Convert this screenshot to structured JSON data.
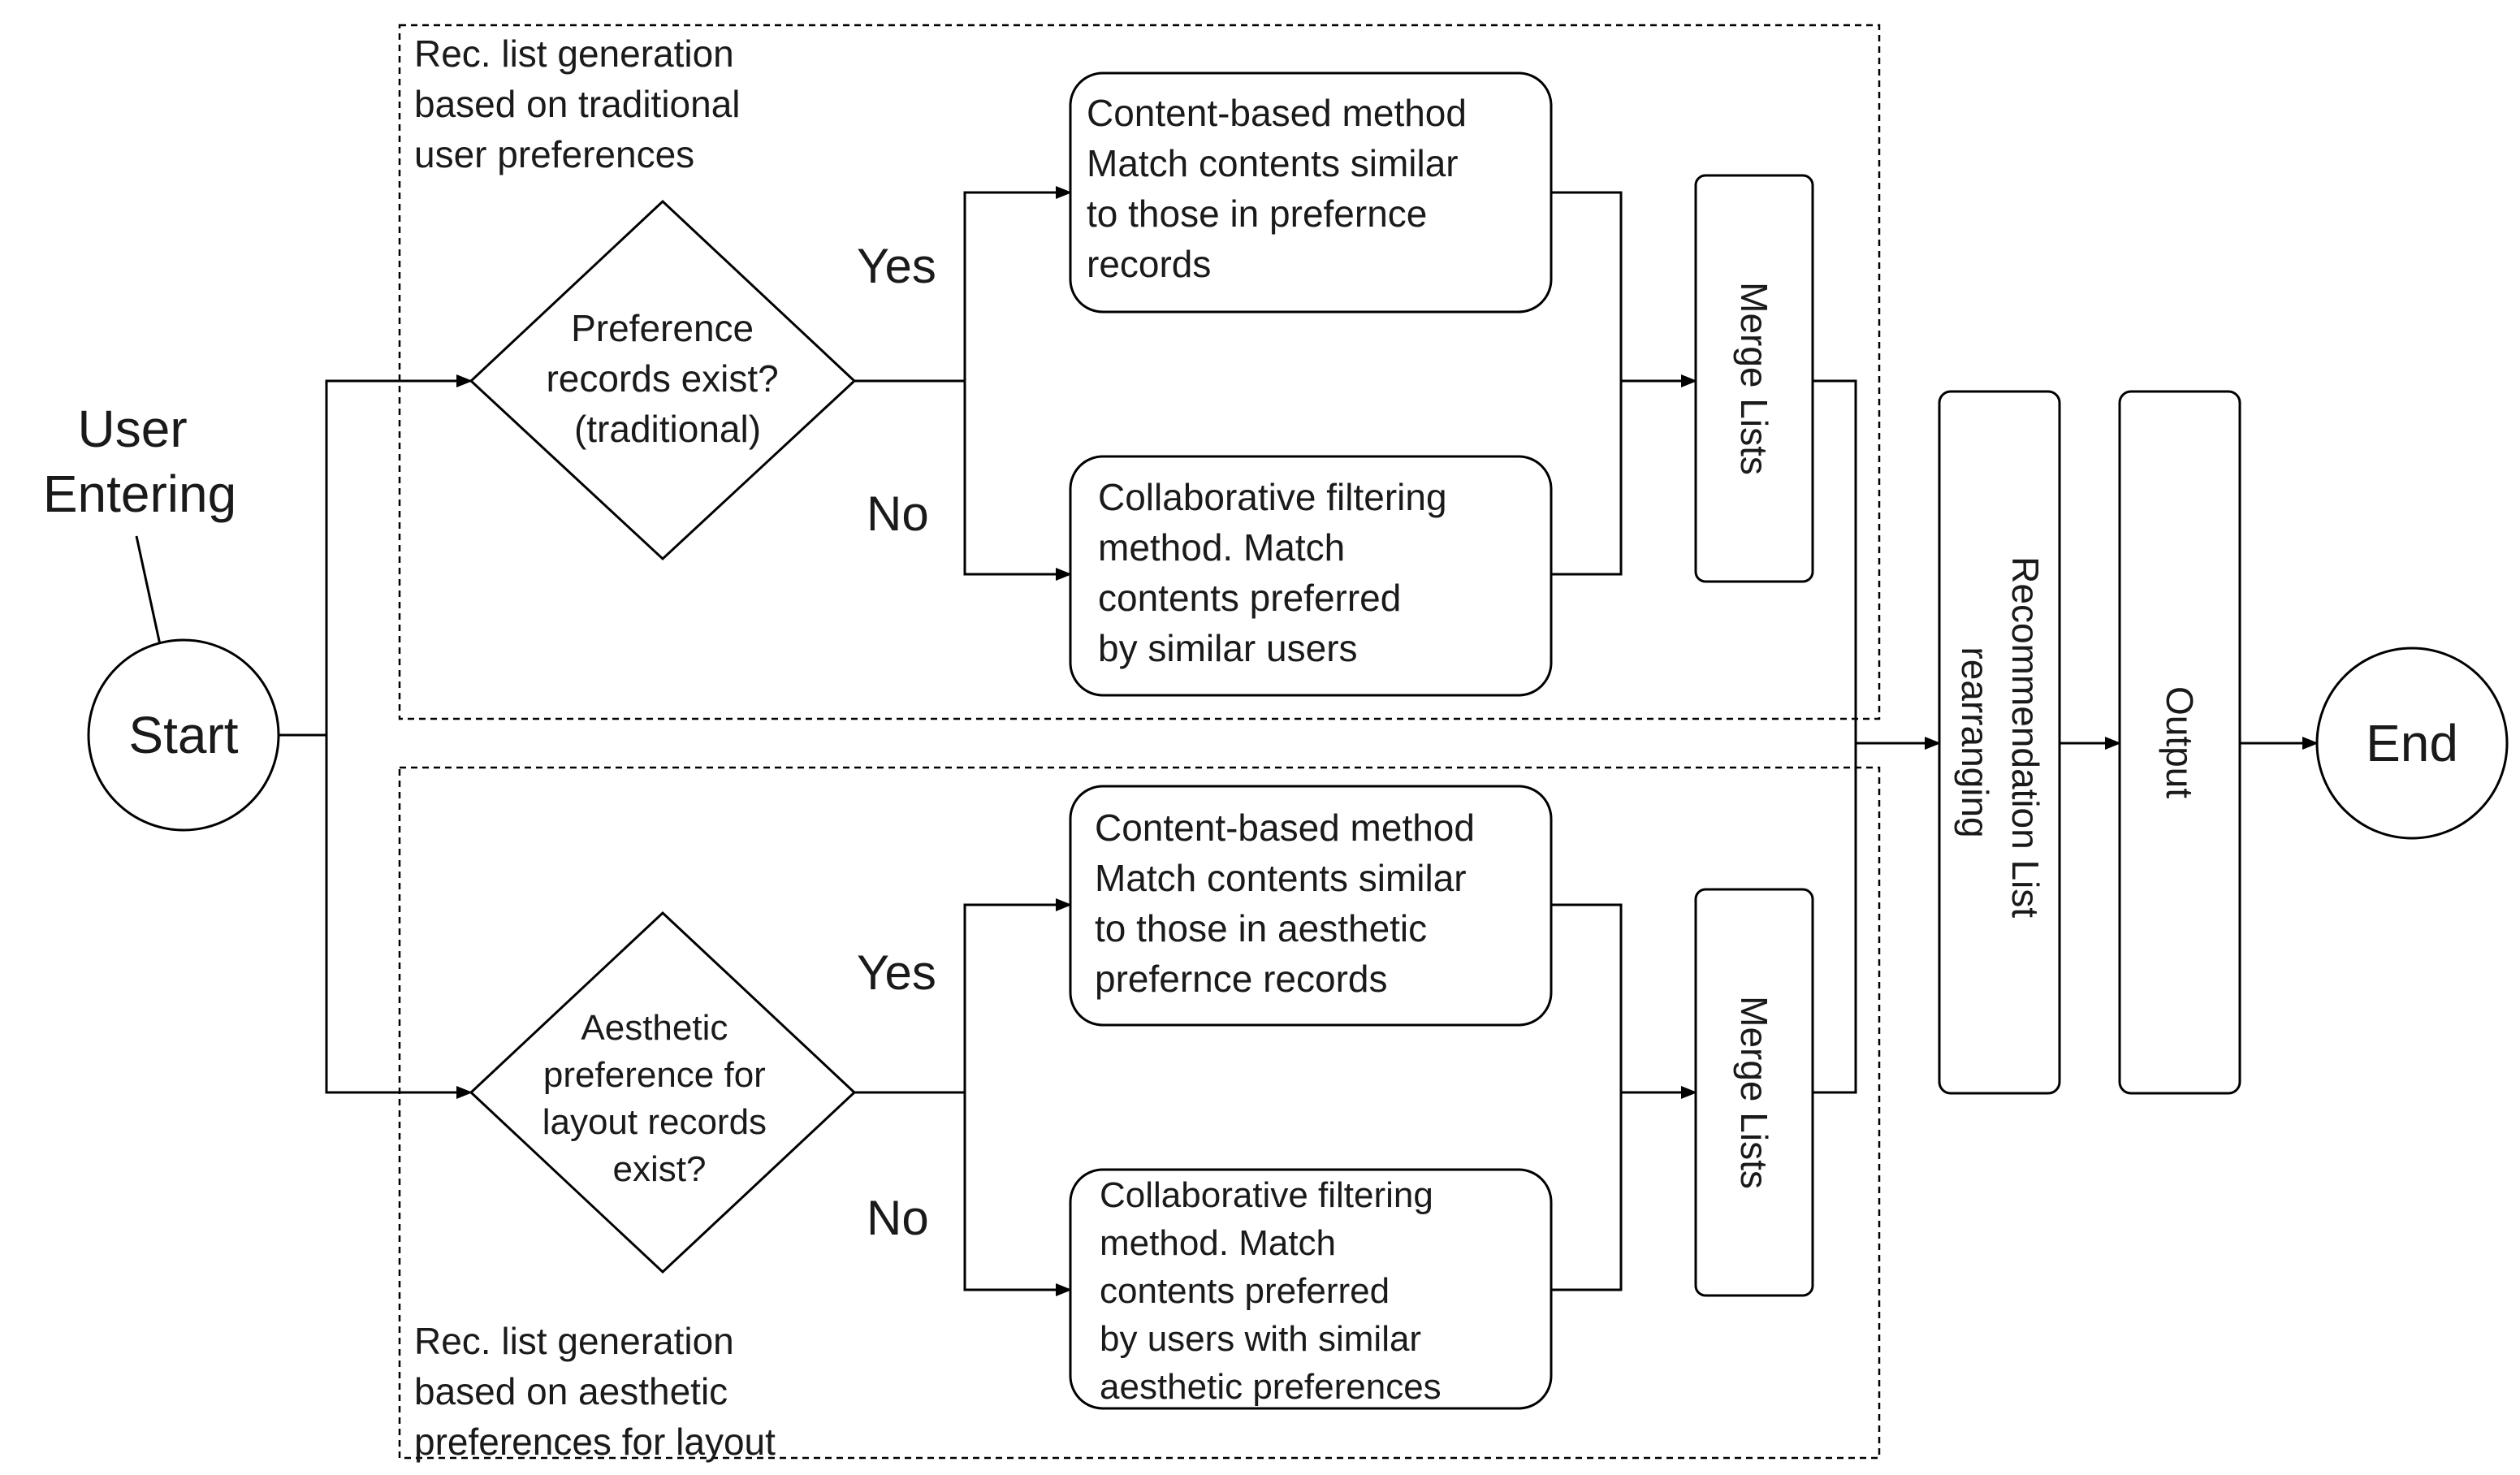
{
  "groups": {
    "traditional": {
      "lines": [
        "Rec. list generation",
        "based on traditional",
        "user preferences"
      ]
    },
    "aesthetic": {
      "lines": [
        "Rec. list generation",
        "based on aesthetic",
        "preferences for layout"
      ]
    }
  },
  "user_entering": {
    "lines": [
      "User",
      "Entering"
    ]
  },
  "start": {
    "label": "Start"
  },
  "end": {
    "label": "End"
  },
  "decisions": {
    "traditional": {
      "lines": [
        "Preference",
        "records exist?",
        "(traditional)"
      ]
    },
    "aesthetic": {
      "lines": [
        "Aesthetic",
        "preference for",
        "layout records",
        "exist?"
      ]
    }
  },
  "branch_labels": {
    "yes": "Yes",
    "no": "No"
  },
  "methods": {
    "content_traditional": {
      "lines": [
        "Content-based method",
        "Match contents similar",
        "to those in prefernce",
        "records"
      ]
    },
    "collab_traditional": {
      "lines": [
        "Collaborative filtering",
        "method. Match",
        "contents preferred",
        "by similar users"
      ]
    },
    "content_aesthetic": {
      "lines": [
        "Content-based method",
        "Match contents similar",
        "to those in aesthetic",
        "prefernce records"
      ]
    },
    "collab_aesthetic": {
      "lines": [
        "Collaborative filtering",
        "method. Match",
        "contents preferred",
        "by users with similar",
        "aesthetic preferences"
      ]
    }
  },
  "merge": {
    "label": "Merge Lists"
  },
  "rearrange": {
    "lines": [
      "Recommendation List",
      "rearranging"
    ]
  },
  "output": {
    "label": "Output"
  }
}
